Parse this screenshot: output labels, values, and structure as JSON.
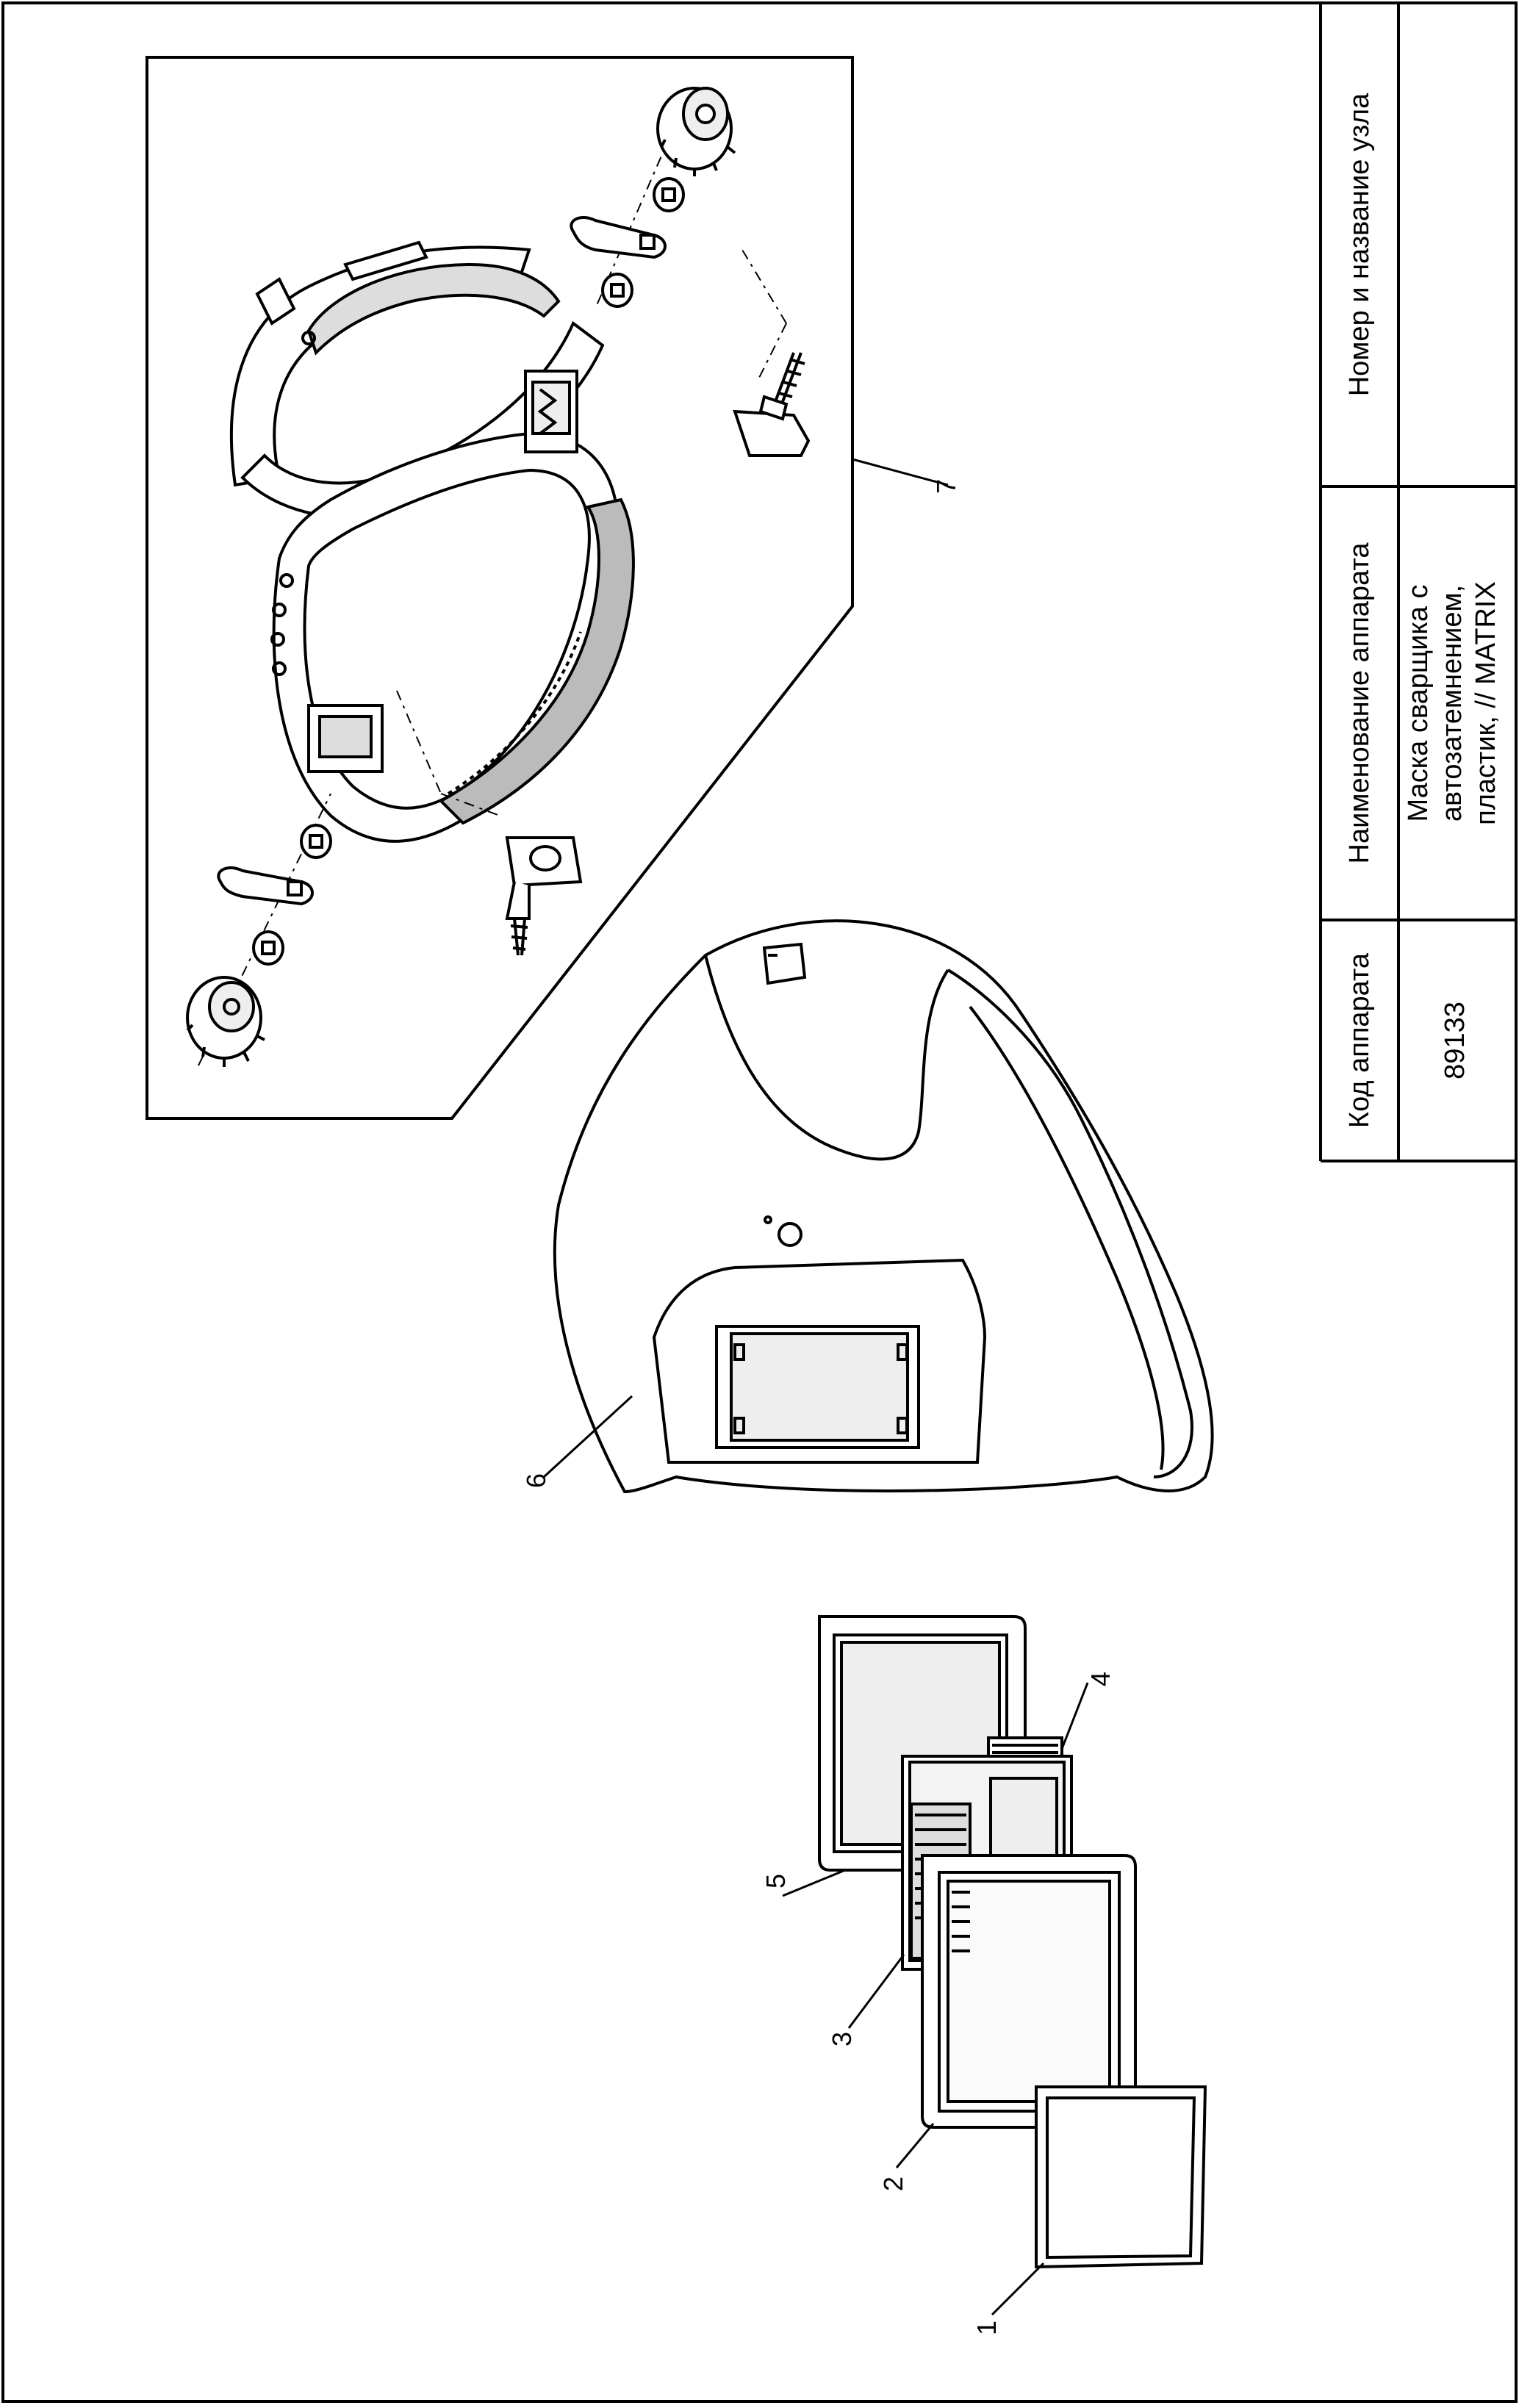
{
  "title_block": {
    "col1_header": "Код аппарата",
    "col1_value": "89133",
    "col2_header": "Наименование аппарата",
    "col2_line1": "Маска сварщика с",
    "col2_line2": "автозатемнением,",
    "col2_line3": "пластик, // MATRIX",
    "col3_header": "Номер и название узла",
    "col3_value": ""
  },
  "callouts": {
    "c1": "1",
    "c2": "2",
    "c3": "3",
    "c4": "4",
    "c5": "5",
    "c6": "6",
    "c7": "7"
  }
}
